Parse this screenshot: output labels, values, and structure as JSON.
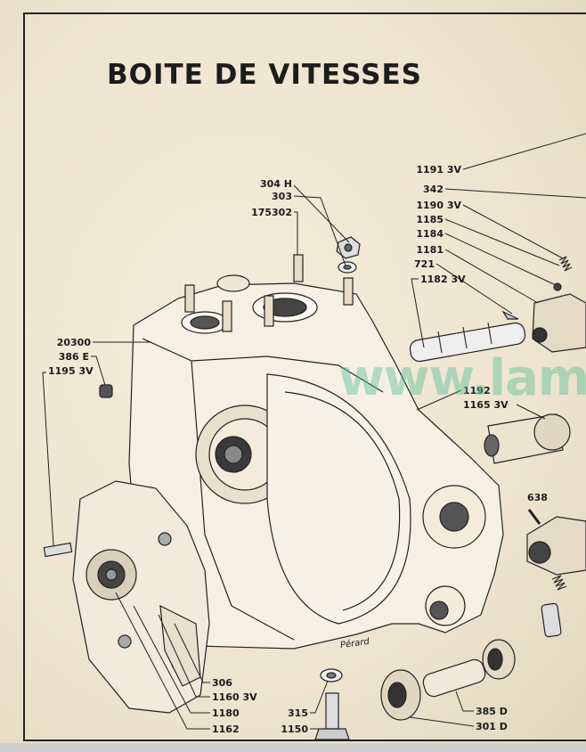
{
  "title": "BOITE DE VITESSES",
  "watermark": "www.lam",
  "signature": "Pérard",
  "parts": {
    "p304h": "304 H",
    "p303": "303",
    "p175302": "175302",
    "p1191": "1191 3V",
    "p342": "342",
    "p1190": "1190 3V",
    "p1185": "1185",
    "p1184": "1184",
    "p1181": "1181",
    "p721": "721",
    "p1182": "1182 3V",
    "p20300": "20300",
    "p386e": "386 E",
    "p1195": "1195 3V",
    "p1192": "1192",
    "p1165": "1165 3V",
    "p638": "638",
    "p306": "306",
    "p1160": "1160 3V",
    "p1180": "1180",
    "p1162": "1162",
    "p315": "315",
    "p1150": "1150",
    "p385d": "385 D",
    "p301d": "301 D"
  },
  "colors": {
    "ink": "#1b1b1b",
    "paper": "#efe6d3",
    "watermark": "#5abe96"
  }
}
